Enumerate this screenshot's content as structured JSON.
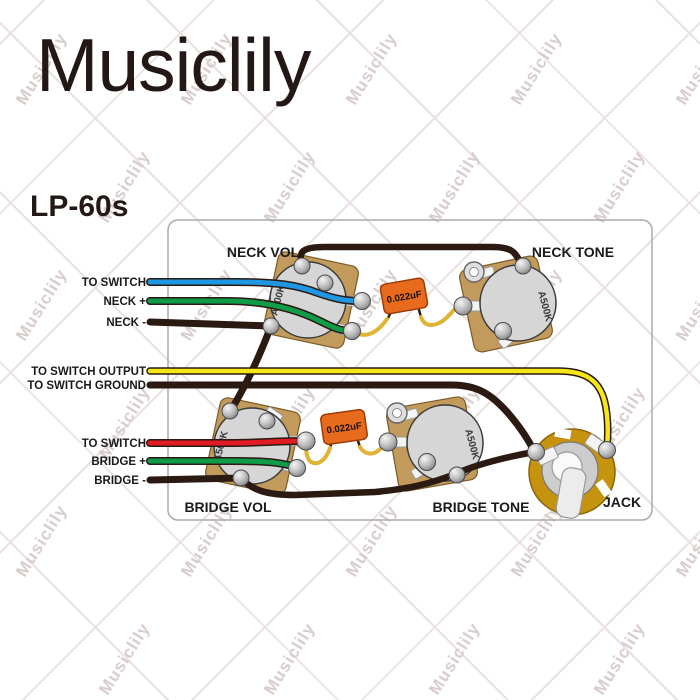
{
  "watermark": {
    "text": "Musiclily"
  },
  "header": {
    "brand": "Musiclily",
    "model": "LP-60s"
  },
  "colors": {
    "wire_black": "#2b1a12",
    "wire_blue": "#1f97e3",
    "wire_green": "#0f9c48",
    "wire_yellow": "#f5e616",
    "wire_red": "#e01b24",
    "cap_orange": "#e86a1c",
    "cap_lead_gold": "#dfb434",
    "pot_body_tan": "#c29a5b",
    "pot_face_gray": "#d6d6d6",
    "jack_gold": "#c6930f"
  },
  "diagram": {
    "pots": {
      "neck_vol": {
        "label": "NECK VOL",
        "value": "A500K"
      },
      "neck_tone": {
        "label": "NECK TONE",
        "value": "A500K"
      },
      "bridge_vol": {
        "label": "BRIDGE VOL",
        "value": "A500K"
      },
      "bridge_tone": {
        "label": "BRIDGE TONE",
        "value": "A500K"
      }
    },
    "capacitors": {
      "neck": {
        "value": "0.022uF"
      },
      "bridge": {
        "value": "0.022uF"
      }
    },
    "jack": {
      "label": "JACK"
    },
    "wire_labels": {
      "to_switch_neck": "TO SWITCH",
      "neck_plus": "NECK +",
      "neck_minus": "NECK -",
      "to_switch_output": "TO SWITCH OUTPUT",
      "to_switch_ground": "TO SWITCH GROUND",
      "to_switch_bridge": "TO SWITCH",
      "bridge_plus": "BRIDGE +",
      "bridge_minus": "BRIDGE -"
    }
  }
}
